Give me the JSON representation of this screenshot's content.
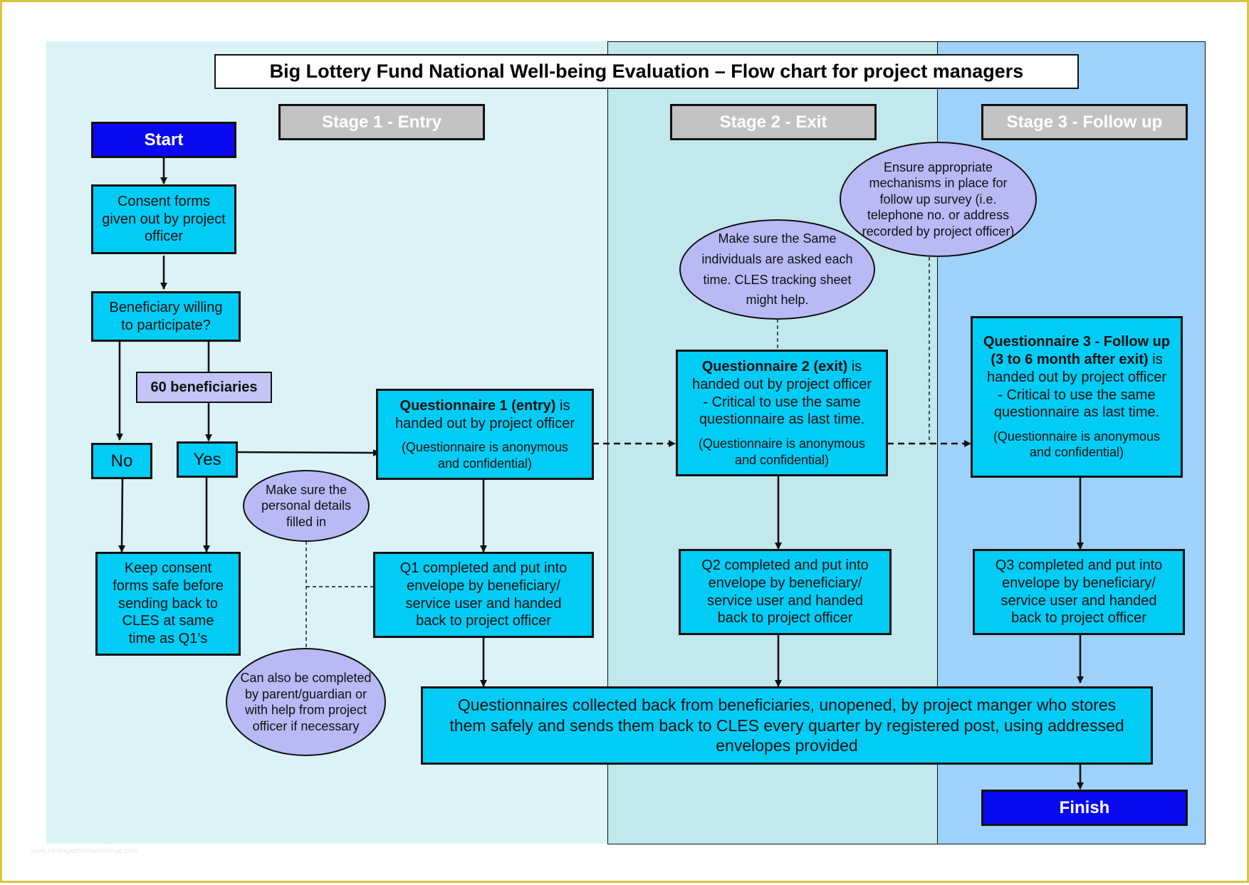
{
  "title": "Big Lottery Fund National Well-being Evaluation – Flow chart for project managers",
  "stages": {
    "entry": "Stage 1 - Entry",
    "exit": "Stage 2 - Exit",
    "followup": "Stage 3 - Follow up"
  },
  "nodes": {
    "start": "Start",
    "consent": "Consent forms given out by project officer",
    "willing": "Beneficiary willing to participate?",
    "beneficiaries": "60 beneficiaries",
    "no": "No",
    "yes": "Yes",
    "keep_consent": "Keep consent forms safe before sending back to CLES at same time as Q1’s",
    "q1": {
      "bold": "Questionnaire 1 (entry)",
      "text": " is handed out by project officer",
      "note": "(Questionnaire is anonymous and confidential)"
    },
    "q2": {
      "bold": "Questionnaire 2 (exit)",
      "text": " is handed out by project officer - Critical to use the same questionnaire as last time.",
      "note": "(Questionnaire is anonymous and confidential)"
    },
    "q3": {
      "bold": "Questionnaire 3 - Follow up (3 to 6 month after exit)",
      "text": " is handed out by project officer - Critical to use the same questionnaire as last time.",
      "note": "(Questionnaire is anonymous and confidential)"
    },
    "q1_completed": "Q1 completed and put into envelope by beneficiary/ service user and handed back to project officer",
    "q2_completed": "Q2 completed and put into envelope by beneficiary/ service user and handed back to project officer",
    "q3_completed": "Q3 completed and put into envelope by beneficiary/ service user and handed back to project officer",
    "collected": "Questionnaires collected back from beneficiaries, unopened, by project manger who stores them safely and sends them back to CLES every quarter by registered post, using addressed envelopes provided",
    "finish": "Finish"
  },
  "notes": {
    "personal_details": "Make sure the personal details filled in",
    "parent_guardian": "Can also be completed by parent/guardian or with help from project officer if necessary",
    "same_individuals": "Make sure the Same individuals are asked each time. CLES tracking sheet might help.",
    "mechanisms": "Ensure appropriate mechanisms in place for follow up survey (i.e. telephone no. or address recorded by project officer)"
  },
  "colors": {
    "zone_entry": "#dbf3f7",
    "zone_exit": "#c1e8ec",
    "zone_followup": "#9fd2fb",
    "box_cyan": "#00ccf5",
    "box_dark": "#0a0af0",
    "stage_grey": "#c2c2c2",
    "note_lavender": "#b9b9f5",
    "frame": "#d8c640"
  },
  "watermark": "www.heritagechristiancollege.com"
}
